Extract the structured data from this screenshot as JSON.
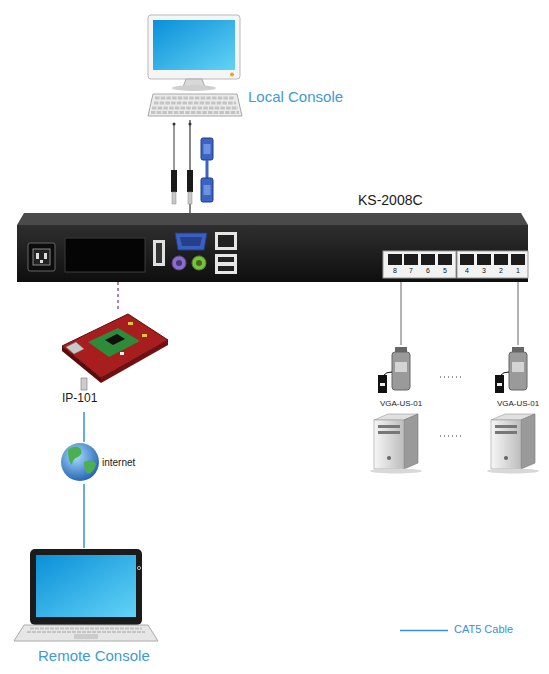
{
  "diagram": {
    "nodes": [
      {
        "text": [
          "Local Console"
        ]
      },
      {
        "text": [
          "KS-2008C"
        ]
      },
      {
        "text": [
          "IP-101"
        ]
      },
      {
        "text": [
          "internet"
        ]
      },
      {
        "text": [
          "Remote Console"
        ]
      },
      {
        "text": [
          "VGA-US-01"
        ]
      },
      {
        "text": [
          "VGA-US-01"
        ]
      }
    ],
    "edges": [
      {
        "from": 0,
        "to": 1,
        "arrow": "none"
      },
      {
        "from": 1,
        "to": 2,
        "arrow": "none"
      },
      {
        "from": 2,
        "to": 3,
        "arrow": "none"
      },
      {
        "from": 3,
        "to": 4,
        "arrow": "none"
      },
      {
        "from": 1,
        "to": 5,
        "arrow": "none"
      },
      {
        "from": 1,
        "to": 6,
        "arrow": "none"
      }
    ],
    "labels": [
      "8",
      "7",
      "6",
      "5",
      "4",
      "3",
      "2",
      "1"
    ],
    "legend": [
      {
        "text": "CAT5 Cable"
      }
    ]
  }
}
